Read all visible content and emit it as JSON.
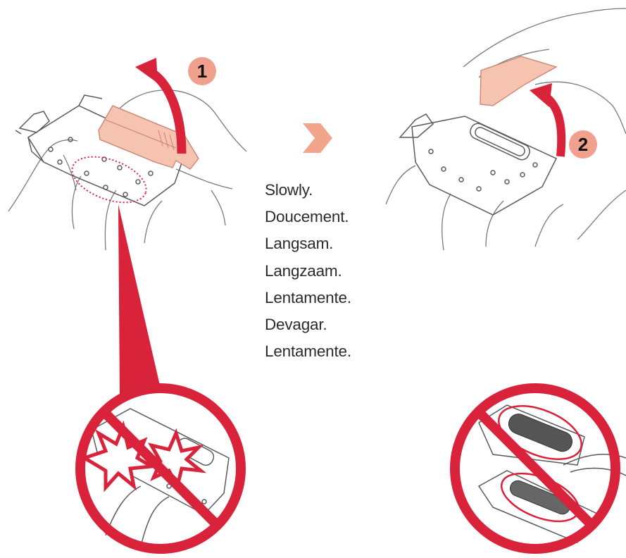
{
  "instructions": {
    "step_one_number": "1",
    "step_two_number": "2",
    "words": [
      "Slowly.",
      "Doucement.",
      "Langsam.",
      "Langzaam.",
      "Lentamente.",
      "Devagar.",
      "Lentamente."
    ]
  },
  "colors": {
    "prohibition_red": "#d9233a",
    "step_badge": "#f0a08c",
    "arrow_salmon": "#f3a58c",
    "protective_tape": "#f6c3b1",
    "outline": "#5a5a5a",
    "text": "#2b2b2b"
  },
  "icons": {
    "step_arrow_right": "arrow-right-icon",
    "prohibited": "prohibition-icon"
  }
}
